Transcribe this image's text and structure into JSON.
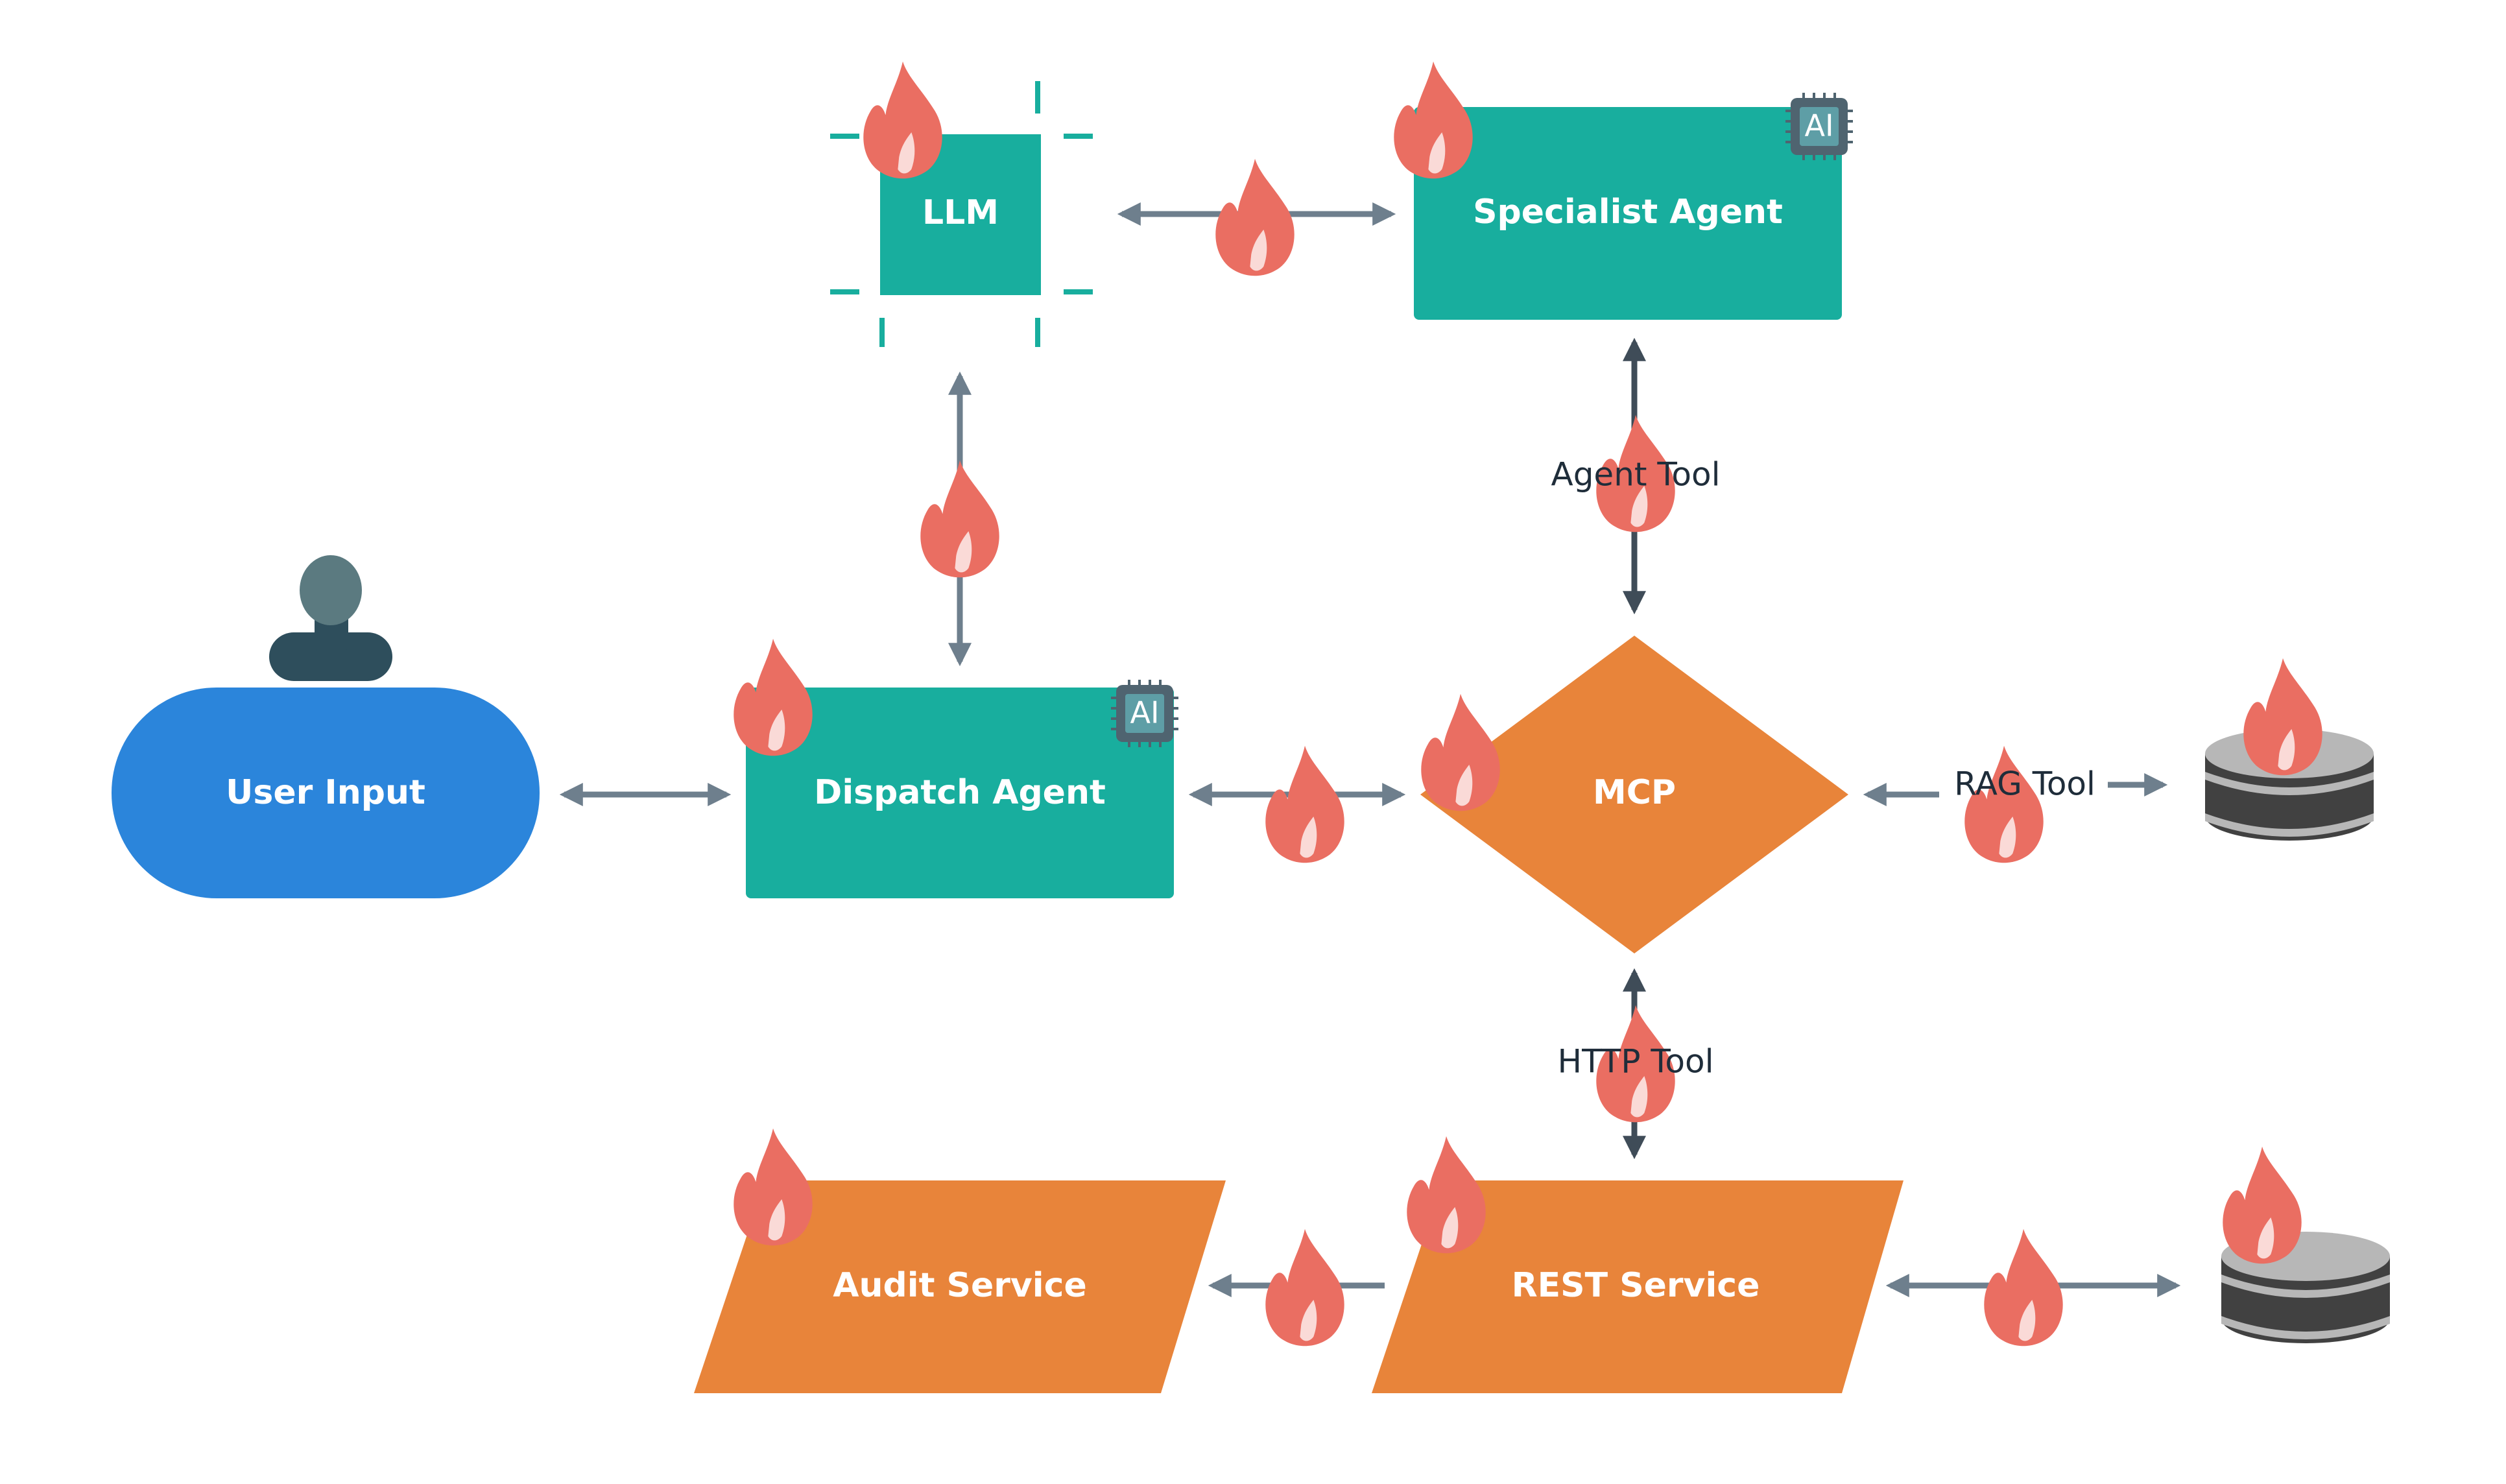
{
  "nodes": {
    "user_input": "User Input",
    "dispatch_agent": "Dispatch Agent",
    "llm": "LLM",
    "specialist_agent": "Specialist Agent",
    "mcp": "MCP",
    "audit_service": "Audit Service",
    "rest_service": "REST Service"
  },
  "badges": {
    "ai_chip": "AI"
  },
  "edge_labels": {
    "agent_tool": "Agent Tool",
    "rag_tool": "RAG Tool",
    "http_tool": "HTTP Tool"
  },
  "colors": {
    "teal": "#18AE9E",
    "blue": "#2B85DB",
    "orange": "#E8843A",
    "flame": "#EA6E62",
    "arrow": "#6E7F8D",
    "arrow_dark": "#3F4C58",
    "db_dark": "#414141",
    "db_light": "#B7B7B7",
    "person_head": "#5B7A80",
    "person_body": "#2E4E5C"
  },
  "icons": [
    "flame-icon",
    "ai-chip-icon",
    "database-icon",
    "user-icon",
    "focus-bracket-icon"
  ]
}
